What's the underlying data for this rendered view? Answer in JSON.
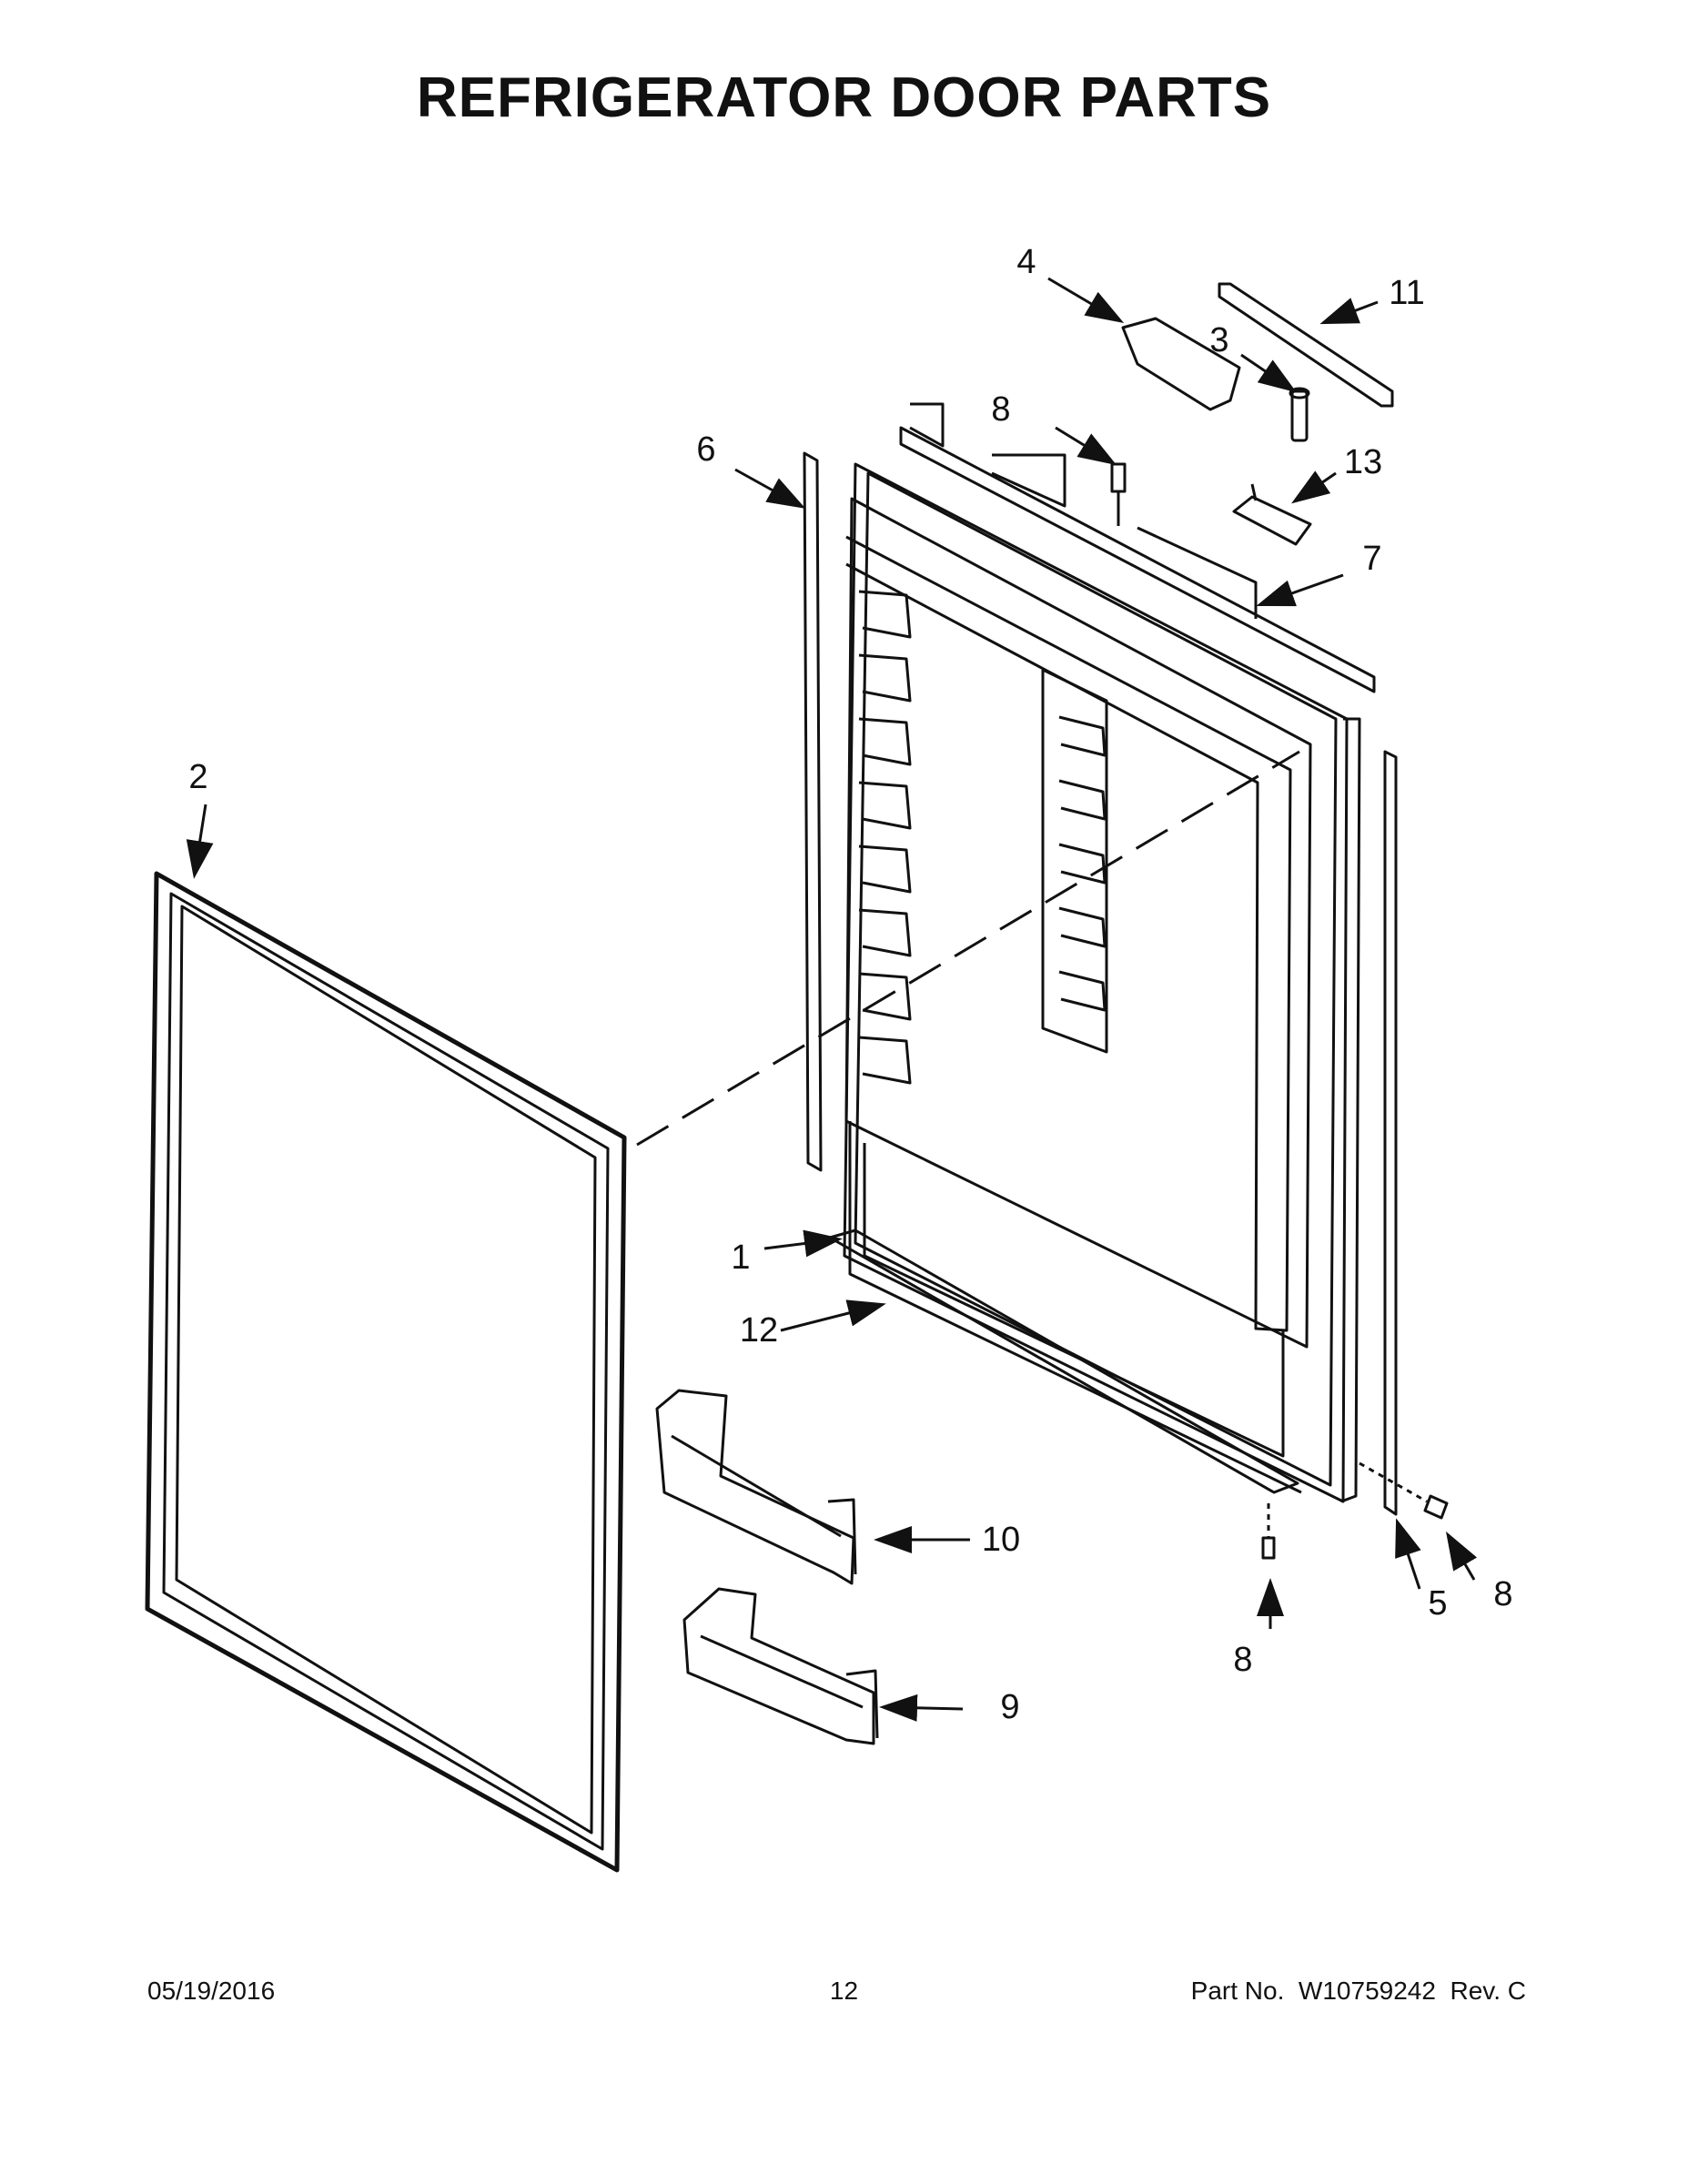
{
  "title": "REFRIGERATOR DOOR PARTS",
  "callouts": {
    "c1": "1",
    "c2": "2",
    "c3": "3",
    "c4": "4",
    "c5": "5",
    "c6": "6",
    "c7": "7",
    "c8a": "8",
    "c8b": "8",
    "c8c": "8",
    "c9": "9",
    "c10": "10",
    "c11": "11",
    "c12": "12",
    "c13": "13"
  },
  "footer": {
    "date": "05/19/2016",
    "page": "12",
    "part_label": "Part No.",
    "part_number": "W10759242",
    "rev": "Rev.  C"
  }
}
